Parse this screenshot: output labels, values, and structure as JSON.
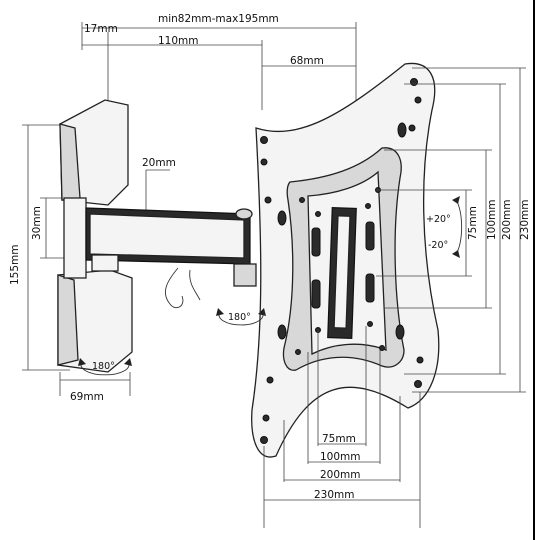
{
  "dimensions": {
    "arm_extension": "min82mm-max195mm",
    "arm_segment_a": "17mm",
    "arm_segment_b": "110mm",
    "arm_segment_c": "68mm",
    "arm_thickness": "20mm",
    "arm_height": "30mm",
    "wall_plate_height": "155mm",
    "wall_plate_width": "69mm",
    "vesa_75": "75mm",
    "vesa_100": "100mm",
    "vesa_200": "200mm",
    "vesa_230": "230mm"
  },
  "rotation": {
    "swivel_wall": "180°",
    "swivel_arm": "180°",
    "tilt_up": "+20°",
    "tilt_down": "-20°"
  }
}
